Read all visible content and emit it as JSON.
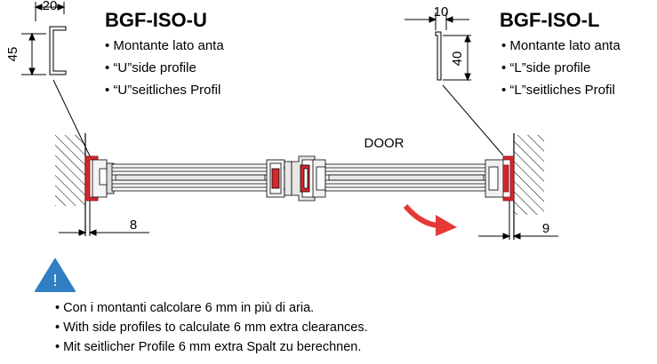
{
  "left_profile": {
    "title": "BGF-ISO-U",
    "width_dim": "20",
    "height_dim": "45",
    "bullets": [
      "• Montante lato anta",
      "• “U”side profile",
      "• “U”seitliches Profil"
    ],
    "clearance_dim": "8"
  },
  "right_profile": {
    "title": "BGF-ISO-L",
    "width_dim": "10",
    "height_dim": "40",
    "bullets": [
      "• Montante lato anta",
      "• “L”side profile",
      "• “L”seitliches Profil"
    ],
    "clearance_dim": "9"
  },
  "door_label": "DOOR",
  "warning": {
    "symbol": "!",
    "color": "#2f7fc2",
    "lines": [
      "• Con i montanti calcolare 6 mm in più di aria.",
      "• With side profiles to calculate 6 mm extra clearances.",
      "• Mit seitlicher Profile 6 mm extra Spalt zu berechnen."
    ]
  },
  "colors": {
    "accent": "#d3282e",
    "arrow": "#e53935",
    "line": "#000000"
  }
}
